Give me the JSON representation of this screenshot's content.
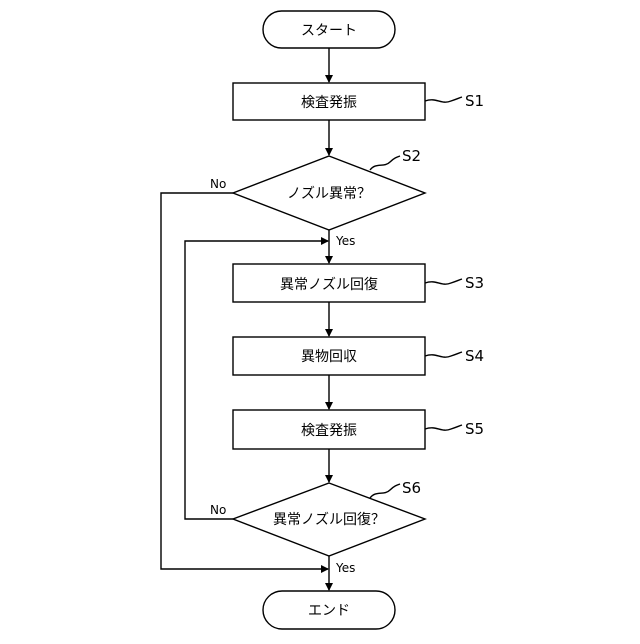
{
  "flowchart": {
    "start": "スタート",
    "end": "エンド",
    "steps": [
      {
        "id": "S1",
        "label": "検査発振"
      },
      {
        "id": "S2",
        "label": "ノズル異常？"
      },
      {
        "id": "S3",
        "label": "異常ノズル回復"
      },
      {
        "id": "S4",
        "label": "異物回収"
      },
      {
        "id": "S5",
        "label": "検査発振"
      },
      {
        "id": "S6",
        "label": "異常ノズル回復？"
      }
    ],
    "branches": {
      "s2_no": "No",
      "s2_yes": "Yes",
      "s6_no": "No",
      "s6_yes": "Yes"
    }
  }
}
